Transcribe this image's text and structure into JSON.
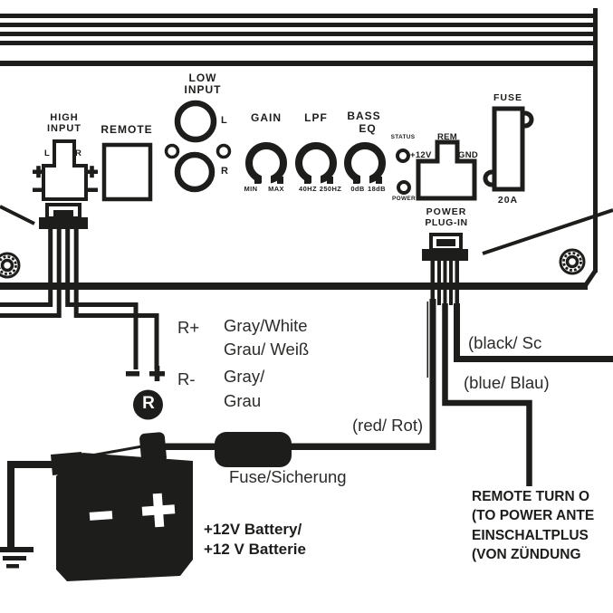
{
  "colors": {
    "ink": "#1d1d1b",
    "paper": "#ffffff"
  },
  "panel": {
    "high_input": {
      "line1": "HIGH",
      "line2": "INPUT",
      "l": "L",
      "r": "R"
    },
    "remote": {
      "label": "REMOTE"
    },
    "low_input": {
      "line1": "LOW",
      "line2": "INPUT",
      "l": "L",
      "r": "R"
    },
    "gain": {
      "label": "GAIN",
      "min": "MIN",
      "max": "MAX"
    },
    "lpf": {
      "label": "LPF",
      "min": "40HZ",
      "max": "250HZ"
    },
    "bass_eq": {
      "line1": "BASS",
      "line2": "EQ",
      "min": "0dB",
      "max": "18dB"
    },
    "leds": {
      "status": "STATUS",
      "power": "POWER"
    },
    "power_terminal": {
      "v12": "+12V",
      "rem": "REM",
      "gnd": "GND",
      "line1": "POWER",
      "line2": "PLUG-IN"
    },
    "fuse": {
      "label": "FUSE",
      "rating": "20A"
    }
  },
  "wiring": {
    "r_plus": {
      "terminal": "R+",
      "color_en": "Gray/White",
      "color_de": "Grau/ Weiß"
    },
    "r_minus": {
      "terminal": "R-",
      "color_en": "Gray/",
      "color_de": "Grau"
    },
    "speaker_r": "R",
    "red_label": "(red/ Rot)",
    "black_label": "(black/ Sc",
    "blue_label": "(blue/ Blau)",
    "inline_fuse": "Fuse/Sicherung",
    "battery": {
      "line1": "+12V Battery/",
      "line2": "+12 V Batterie"
    },
    "remote_note": {
      "line1": "REMOTE TURN O",
      "line2": "(TO POWER ANTE",
      "line3": "EINSCHALTPLUS",
      "line4": "(VON ZÜNDUNG"
    }
  }
}
